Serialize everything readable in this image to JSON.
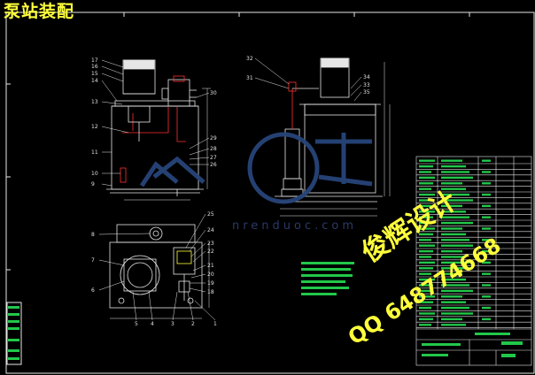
{
  "title": "泵站装配",
  "watermark": {
    "name": "俊辉设计",
    "qq": "QQ 648774668",
    "site": "nrenduoc.com"
  },
  "colors": {
    "background": "#000000",
    "line_white": "#e6e6e6",
    "accent_red": "#ff3030",
    "accent_yellow": "#ffff3c",
    "accent_green": "#22c84a",
    "logo_blue": "#27457a"
  },
  "front_view_callouts": [
    "17",
    "16",
    "15",
    "14",
    "13",
    "12",
    "11",
    "10",
    "9"
  ],
  "front_view_right_callouts": [
    "30",
    "29",
    "28",
    "27",
    "26"
  ],
  "side_view_callouts": [
    "32",
    "31",
    "34",
    "33",
    "35"
  ],
  "plan_view_callouts_left": [
    "8",
    "7",
    "6"
  ],
  "plan_view_callouts_bottom": [
    "5",
    "4",
    "3",
    "2",
    "1"
  ],
  "plan_view_callouts_right": [
    "25",
    "24",
    "23",
    "22",
    "21",
    "20",
    "19",
    "18"
  ]
}
